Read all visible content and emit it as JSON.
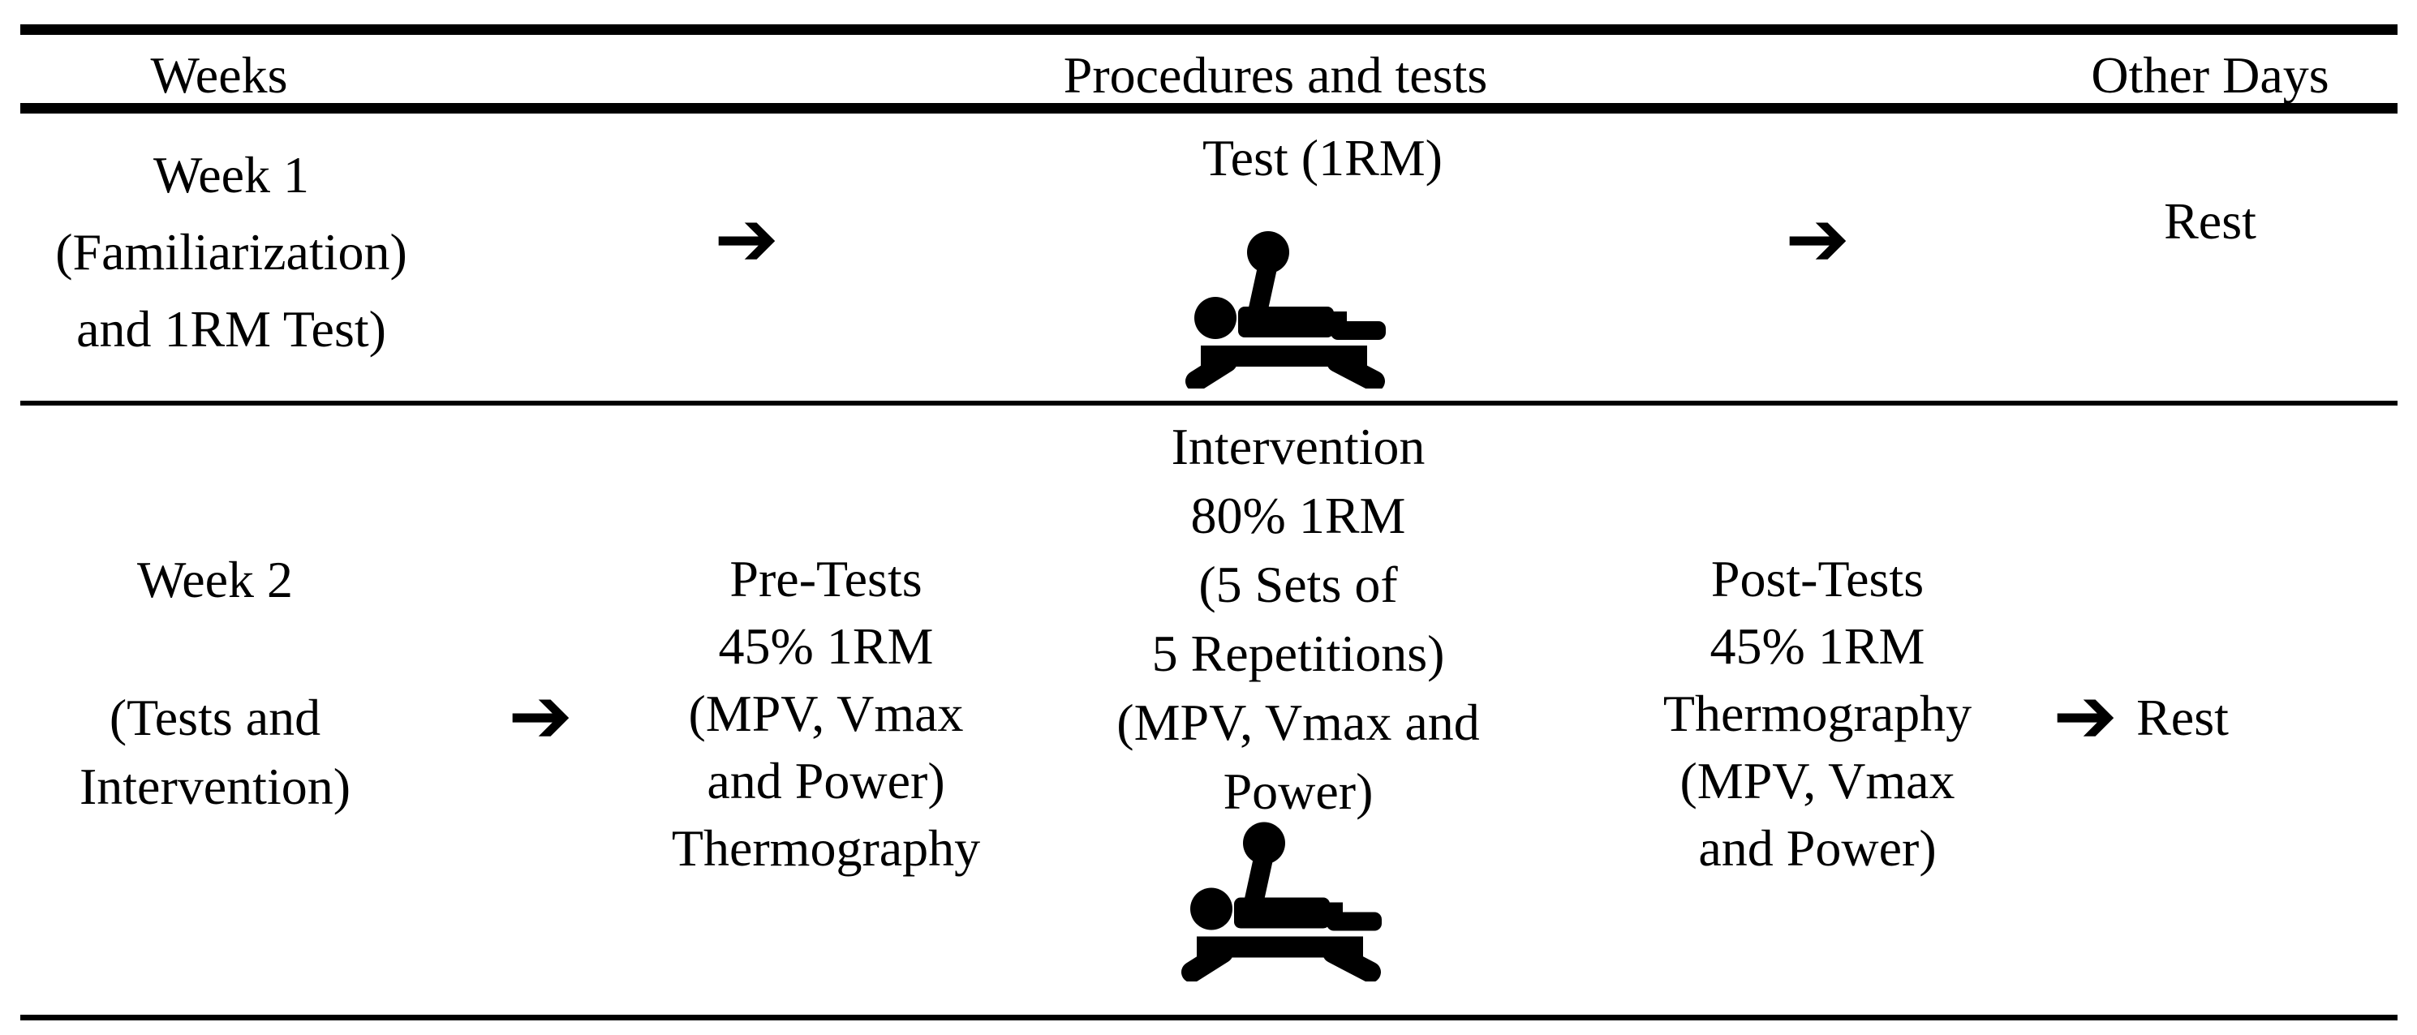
{
  "colors": {
    "text": "#000000",
    "background": "#ffffff",
    "border": "#000000"
  },
  "arrow_glyph": "➔",
  "header": {
    "weeks": "Weeks",
    "procedures_and_tests": "Procedures and tests",
    "other_days": "Other Days"
  },
  "week1": {
    "label_lines": [
      "Week 1",
      "(Familiarization)",
      "and 1RM Test)"
    ],
    "procedure_title": "Test (1RM)",
    "procedure_icon": "bench-press",
    "other_days": "Rest"
  },
  "week2": {
    "label_lines": [
      "Week 2",
      "",
      "(Tests and",
      "Intervention)"
    ],
    "pre_tests_lines": [
      "Pre-Tests",
      "45% 1RM",
      "(MPV, Vmax",
      "and Power)",
      "Thermography"
    ],
    "intervention_lines": [
      "Intervention",
      "80% 1RM",
      "(5 Sets of",
      "5 Repetitions)",
      "(MPV, Vmax and",
      "Power)"
    ],
    "intervention_icon": "bench-press",
    "post_tests_lines": [
      "Post-Tests",
      "45% 1RM",
      "Thermography",
      "(MPV, Vmax",
      "and Power)"
    ],
    "other_days": "Rest"
  }
}
